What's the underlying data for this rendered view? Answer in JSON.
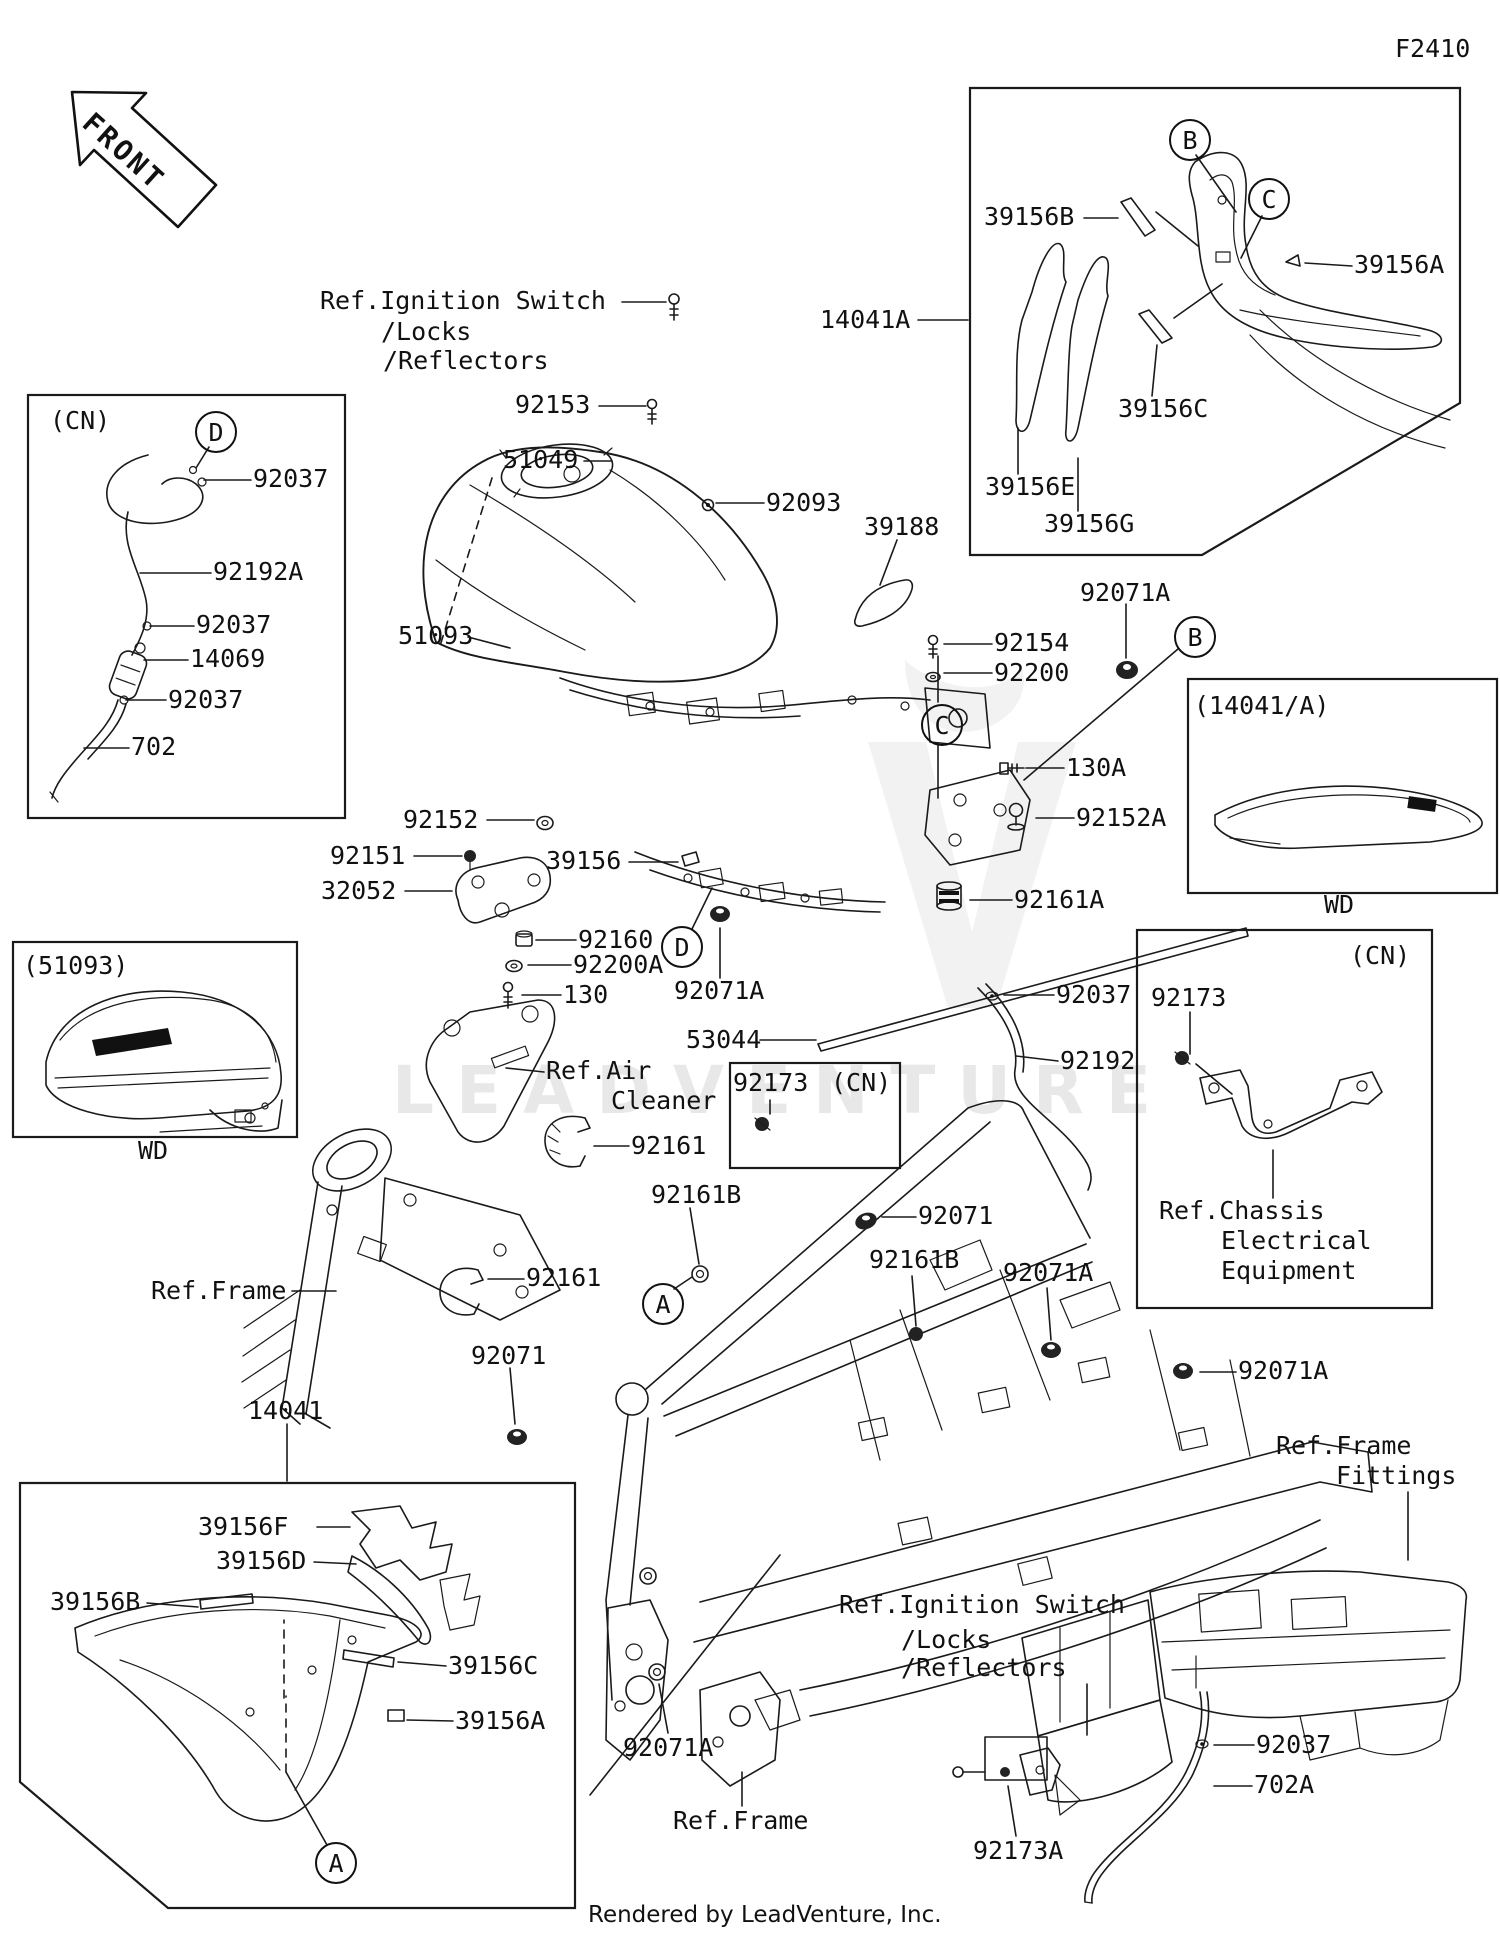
{
  "page": {
    "code": "F2410",
    "front_arrow": "FRONT",
    "watermark": "LEADVENTURE",
    "footer": "Rendered by LeadVenture, Inc."
  },
  "labels": [
    {
      "id": "page-code",
      "text": "F2410"
    },
    {
      "id": "39156B-top",
      "text": "39156B"
    },
    {
      "id": "39156A-top",
      "text": "39156A"
    },
    {
      "id": "39156C-top",
      "text": "39156C"
    },
    {
      "id": "39156E",
      "text": "39156E"
    },
    {
      "id": "39156G",
      "text": "39156G"
    },
    {
      "id": "14041A",
      "text": "14041A"
    },
    {
      "id": "cn-left",
      "text": "(CN)"
    },
    {
      "id": "92037-a",
      "text": "92037"
    },
    {
      "id": "92192A",
      "text": "92192A"
    },
    {
      "id": "92037-b",
      "text": "92037"
    },
    {
      "id": "14069",
      "text": "14069"
    },
    {
      "id": "92037-c",
      "text": "92037"
    },
    {
      "id": "702",
      "text": "702"
    },
    {
      "id": "ref-ignition-top",
      "text": "Ref.Ignition Switch"
    },
    {
      "id": "ref-locks-top",
      "text": "/Locks"
    },
    {
      "id": "ref-reflectors-top",
      "text": "/Reflectors"
    },
    {
      "id": "92153",
      "text": "92153"
    },
    {
      "id": "51049",
      "text": "51049"
    },
    {
      "id": "92093",
      "text": "92093"
    },
    {
      "id": "39188",
      "text": "39188"
    },
    {
      "id": "51093",
      "text": "51093"
    },
    {
      "id": "92154",
      "text": "92154"
    },
    {
      "id": "92200",
      "text": "92200"
    },
    {
      "id": "92071A-1",
      "text": "92071A"
    },
    {
      "id": "130A",
      "text": "130A"
    },
    {
      "id": "92152A",
      "text": "92152A"
    },
    {
      "id": "inset-14041a",
      "text": "(14041/A)"
    },
    {
      "id": "wd-right",
      "text": "WD"
    },
    {
      "id": "92161A",
      "text": "92161A"
    },
    {
      "id": "92152",
      "text": "92152"
    },
    {
      "id": "92151",
      "text": "92151"
    },
    {
      "id": "32052",
      "text": "32052"
    },
    {
      "id": "39156",
      "text": "39156"
    },
    {
      "id": "92160",
      "text": "92160"
    },
    {
      "id": "92200A",
      "text": "92200A"
    },
    {
      "id": "130",
      "text": "130"
    },
    {
      "id": "92071A-2",
      "text": "92071A"
    },
    {
      "id": "53044",
      "text": "53044"
    },
    {
      "id": "92037-d",
      "text": "92037"
    },
    {
      "id": "92192",
      "text": "92192"
    },
    {
      "id": "92173-mid",
      "text": "92173"
    },
    {
      "id": "cn-mid",
      "text": "(CN)"
    },
    {
      "id": "cn-right",
      "text": "(CN)"
    },
    {
      "id": "92173-right",
      "text": "92173"
    },
    {
      "id": "ref-chassis",
      "text": "Ref.Chassis"
    },
    {
      "id": "ref-electrical",
      "text": "Electrical"
    },
    {
      "id": "ref-equipment",
      "text": "Equipment"
    },
    {
      "id": "inset-51093",
      "text": "(51093)"
    },
    {
      "id": "wd-left",
      "text": "WD"
    },
    {
      "id": "ref-air",
      "text": "Ref.Air"
    },
    {
      "id": "ref-cleaner",
      "text": "Cleaner"
    },
    {
      "id": "92161-1",
      "text": "92161"
    },
    {
      "id": "92161B-1",
      "text": "92161B"
    },
    {
      "id": "92071-1",
      "text": "92071"
    },
    {
      "id": "92161B-2",
      "text": "92161B"
    },
    {
      "id": "92071A-3",
      "text": "92071A"
    },
    {
      "id": "92071A-4",
      "text": "92071A"
    },
    {
      "id": "ref-frame-1",
      "text": "Ref.Frame"
    },
    {
      "id": "92161-2",
      "text": "92161"
    },
    {
      "id": "92071-2",
      "text": "92071"
    },
    {
      "id": "14041",
      "text": "14041"
    },
    {
      "id": "ref-frame-fittings-1",
      "text": "Ref.Frame"
    },
    {
      "id": "ref-frame-fittings-2",
      "text": "Fittings"
    },
    {
      "id": "39156F",
      "text": "39156F"
    },
    {
      "id": "39156D",
      "text": "39156D"
    },
    {
      "id": "39156B-bot",
      "text": "39156B"
    },
    {
      "id": "39156C-bot",
      "text": "39156C"
    },
    {
      "id": "39156A-bot",
      "text": "39156A"
    },
    {
      "id": "92071A-5",
      "text": "92071A"
    },
    {
      "id": "ref-frame-2",
      "text": "Ref.Frame"
    },
    {
      "id": "ref-ignition-bot",
      "text": "Ref.Ignition Switch"
    },
    {
      "id": "ref-locks-bot",
      "text": "/Locks"
    },
    {
      "id": "ref-reflectors-bot",
      "text": "/Reflectors"
    },
    {
      "id": "92173A",
      "text": "92173A"
    },
    {
      "id": "92037-e",
      "text": "92037"
    },
    {
      "id": "702A",
      "text": "702A"
    }
  ],
  "markers": [
    {
      "letter": "B"
    },
    {
      "letter": "C"
    },
    {
      "letter": "D"
    },
    {
      "letter": "B"
    },
    {
      "letter": "C"
    },
    {
      "letter": "D"
    },
    {
      "letter": "A"
    },
    {
      "letter": "A"
    }
  ]
}
